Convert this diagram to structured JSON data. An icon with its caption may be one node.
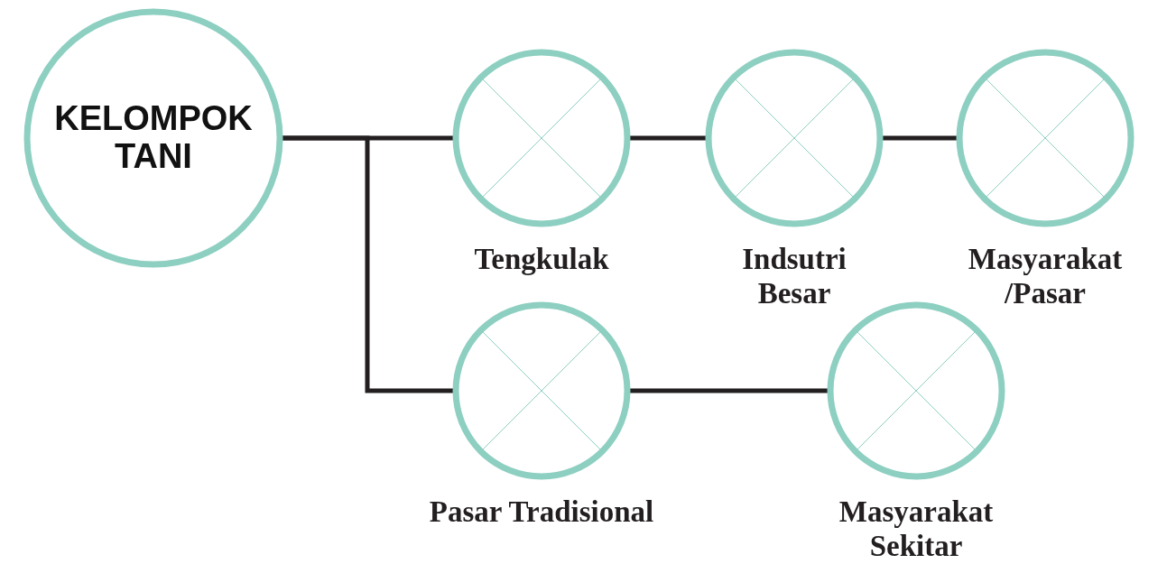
{
  "diagram": {
    "nodes": [
      {
        "text": [
          "KELOMPOK TANI"
        ]
      },
      {
        "text": [
          "Tengkulak"
        ]
      },
      {
        "text": [
          "Indsutri Besar"
        ]
      },
      {
        "text": [
          "Masyarakat /Pasar"
        ]
      },
      {
        "text": [
          "Pasar Tradisional"
        ]
      },
      {
        "text": [
          "Masyarakat Sekitar"
        ]
      }
    ],
    "edges": [
      {
        "from": 0,
        "to": 1,
        "arrow": "none"
      },
      {
        "from": 0,
        "to": 4,
        "arrow": "none"
      },
      {
        "from": 1,
        "to": 2,
        "arrow": "none"
      },
      {
        "from": 2,
        "to": 3,
        "arrow": "none"
      },
      {
        "from": 4,
        "to": 5,
        "arrow": "none"
      }
    ]
  }
}
